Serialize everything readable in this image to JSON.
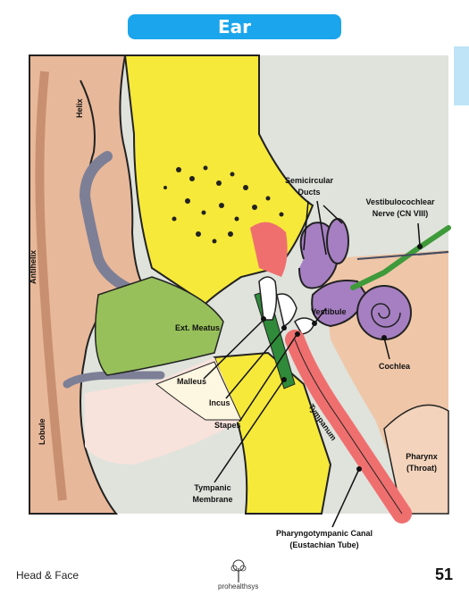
{
  "title": "Ear",
  "labels": {
    "helix": "Helix",
    "antihelix": "Antihelix",
    "lobule": "Lobule",
    "ext_meatus": "Ext. Meatus",
    "semicircular_ducts_1": "Semicircular",
    "semicircular_ducts_2": "Ducts",
    "vestibulocochlear_1": "Vestibulocochlear",
    "vestibulocochlear_2": "Nerve (CN VIII)",
    "vestibule": "Vestibule",
    "cochlea": "Cochlea",
    "malleus": "Malleus",
    "incus": "Incus",
    "stapes": "Stapes",
    "tympanum": "Tympanum",
    "tympanic_membrane_1": "Tympanic",
    "tympanic_membrane_2": "Membrane",
    "pharynx_1": "Pharynx",
    "pharynx_2": "(Throat)",
    "eustachian_1": "Pharyngotympanic Canal",
    "eustachian_2": "(Eustachian Tube)"
  },
  "footer": {
    "section": "Head & Face",
    "logo_text": "prohealthsys",
    "page_number": "51"
  },
  "colors": {
    "title_bar": "#1ba5ec",
    "skin": "#e8b89a",
    "bone": "#f6e93a",
    "canal": "#97c05a",
    "cochlea": "#a67fc2",
    "nerve": "#3e9a3a",
    "eustachian": "#ef6f6f"
  }
}
